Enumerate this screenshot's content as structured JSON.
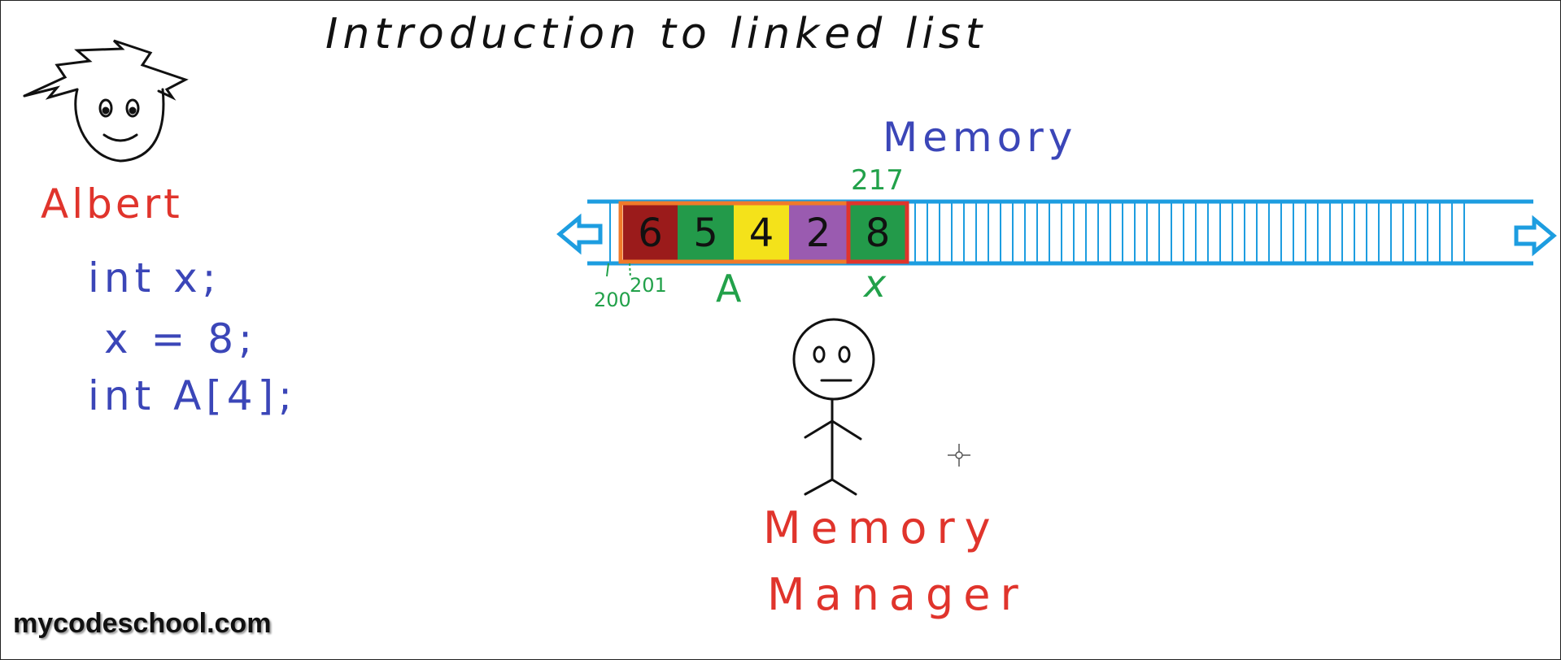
{
  "title": "Introduction to linked list",
  "person": {
    "name": "Albert"
  },
  "code": {
    "line1": "int x;",
    "line2": "x = 8;",
    "line3": "int A[4];"
  },
  "memory": {
    "label": "Memory",
    "address_start": "200",
    "address_next": "201",
    "address_x": "217",
    "array_label": "A",
    "var_label": "x",
    "cells": [
      {
        "value": "6",
        "color": "#9b1b1b"
      },
      {
        "value": "5",
        "color": "#239a4a"
      },
      {
        "value": "4",
        "color": "#f4e21a"
      },
      {
        "value": "2",
        "color": "#9a5bb0"
      },
      {
        "value": "8",
        "color": "#239a4a"
      }
    ],
    "line_color": "#1d9de0"
  },
  "manager": {
    "label_line1": "Memory",
    "label_line2": "Manager"
  },
  "watermark": "mycodeschool.com"
}
